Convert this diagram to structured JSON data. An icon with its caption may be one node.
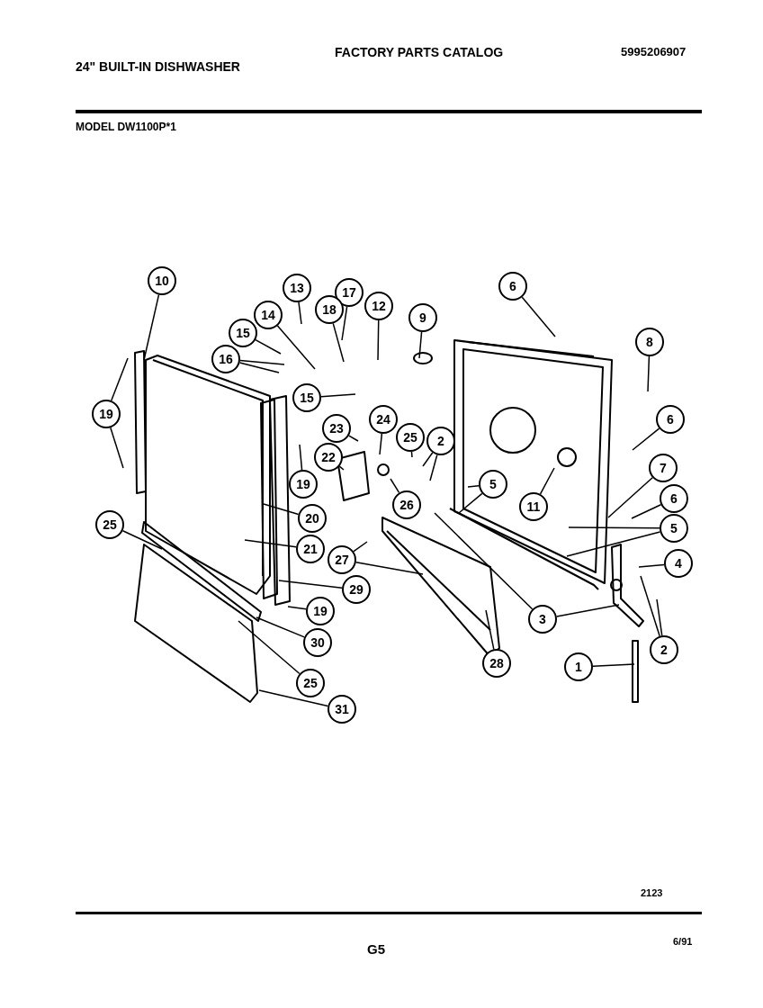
{
  "diagram": {
    "title": "FACTORY PARTS CATALOG",
    "nodes": [
      {
        "text": [
          "10"
        ]
      },
      {
        "text": [
          "13"
        ]
      },
      {
        "text": [
          "17"
        ]
      },
      {
        "text": [
          "6"
        ]
      },
      {
        "text": [
          "12"
        ]
      },
      {
        "text": [
          "18"
        ]
      },
      {
        "text": [
          "9"
        ]
      },
      {
        "text": [
          "15"
        ]
      },
      {
        "text": [
          "14"
        ]
      },
      {
        "text": [
          "8"
        ]
      },
      {
        "text": [
          "16"
        ]
      },
      {
        "text": [
          "19"
        ]
      },
      {
        "text": [
          "15"
        ]
      },
      {
        "text": [
          "23"
        ]
      },
      {
        "text": [
          "24"
        ]
      },
      {
        "text": [
          "6"
        ]
      },
      {
        "text": [
          "25"
        ]
      },
      {
        "text": [
          "2"
        ]
      },
      {
        "text": [
          "19"
        ]
      },
      {
        "text": [
          "22"
        ]
      },
      {
        "text": [
          "7"
        ]
      },
      {
        "text": [
          "5"
        ]
      },
      {
        "text": [
          "11"
        ]
      },
      {
        "text": [
          "26"
        ]
      },
      {
        "text": [
          "20"
        ]
      },
      {
        "text": [
          "6"
        ]
      },
      {
        "text": [
          "5"
        ]
      },
      {
        "text": [
          "25"
        ]
      },
      {
        "text": [
          "27"
        ]
      },
      {
        "text": [
          "21"
        ]
      },
      {
        "text": [
          "29"
        ]
      },
      {
        "text": [
          "4"
        ]
      },
      {
        "text": [
          "3"
        ]
      },
      {
        "text": [
          "19"
        ]
      },
      {
        "text": [
          "2"
        ]
      },
      {
        "text": [
          "30"
        ]
      },
      {
        "text": [
          "28"
        ]
      },
      {
        "text": [
          "1"
        ]
      },
      {
        "text": [
          "25"
        ]
      },
      {
        "text": [
          "31"
        ]
      }
    ],
    "edges": [
      {
        "from": 0,
        "to": null,
        "arrow": "none"
      },
      {
        "from": 1,
        "to": null,
        "arrow": "none"
      },
      {
        "from": 2,
        "to": null,
        "arrow": "none"
      },
      {
        "from": 3,
        "to": null,
        "arrow": "none"
      },
      {
        "from": 4,
        "to": null,
        "arrow": "none"
      },
      {
        "from": 5,
        "to": null,
        "arrow": "none"
      },
      {
        "from": 6,
        "to": null,
        "arrow": "none"
      },
      {
        "from": 7,
        "to": null,
        "arrow": "none"
      },
      {
        "from": 8,
        "to": null,
        "arrow": "none"
      },
      {
        "from": 9,
        "to": null,
        "arrow": "none"
      },
      {
        "from": 10,
        "to": null,
        "arrow": "none"
      },
      {
        "from": 10,
        "to": null,
        "arrow": "none"
      },
      {
        "from": 11,
        "to": null,
        "arrow": "none"
      },
      {
        "from": 11,
        "to": null,
        "arrow": "none"
      },
      {
        "from": 12,
        "to": null,
        "arrow": "none"
      },
      {
        "from": 13,
        "to": null,
        "arrow": "none"
      },
      {
        "from": 14,
        "to": null,
        "arrow": "none"
      },
      {
        "from": 15,
        "to": null,
        "arrow": "none"
      },
      {
        "from": 16,
        "to": null,
        "arrow": "none"
      },
      {
        "from": 17,
        "to": null,
        "arrow": "none"
      },
      {
        "from": 17,
        "to": null,
        "arrow": "none"
      },
      {
        "from": 18,
        "to": null,
        "arrow": "none"
      },
      {
        "from": 19,
        "to": null,
        "arrow": "none"
      },
      {
        "from": 20,
        "to": null,
        "arrow": "none"
      },
      {
        "from": 21,
        "to": null,
        "arrow": "none"
      },
      {
        "from": 21,
        "to": null,
        "arrow": "none"
      },
      {
        "from": 22,
        "to": null,
        "arrow": "none"
      },
      {
        "from": 23,
        "to": null,
        "arrow": "none"
      },
      {
        "from": 24,
        "to": null,
        "arrow": "none"
      },
      {
        "from": 25,
        "to": null,
        "arrow": "none"
      },
      {
        "from": 26,
        "to": null,
        "arrow": "none"
      },
      {
        "from": 26,
        "to": null,
        "arrow": "none"
      },
      {
        "from": 27,
        "to": null,
        "arrow": "none"
      },
      {
        "from": 28,
        "to": null,
        "arrow": "none"
      },
      {
        "from": 28,
        "to": null,
        "arrow": "none"
      },
      {
        "from": 29,
        "to": null,
        "arrow": "none"
      },
      {
        "from": 30,
        "to": null,
        "arrow": "none"
      },
      {
        "from": 31,
        "to": null,
        "arrow": "none"
      },
      {
        "from": 32,
        "to": null,
        "arrow": "none"
      },
      {
        "from": 32,
        "to": null,
        "arrow": "none"
      },
      {
        "from": 33,
        "to": null,
        "arrow": "none"
      },
      {
        "from": 34,
        "to": null,
        "arrow": "none"
      },
      {
        "from": 34,
        "to": null,
        "arrow": "none"
      },
      {
        "from": 35,
        "to": null,
        "arrow": "none"
      },
      {
        "from": 36,
        "to": null,
        "arrow": "none"
      },
      {
        "from": 37,
        "to": null,
        "arrow": "none"
      },
      {
        "from": 38,
        "to": null,
        "arrow": "none"
      },
      {
        "from": 39,
        "to": null,
        "arrow": "none"
      }
    ],
    "labels": [
      "24\" BUILT-IN DISHWASHER",
      "5995206907",
      "MODEL DW1100P*1",
      "2123",
      "G5",
      "6/91"
    ]
  }
}
